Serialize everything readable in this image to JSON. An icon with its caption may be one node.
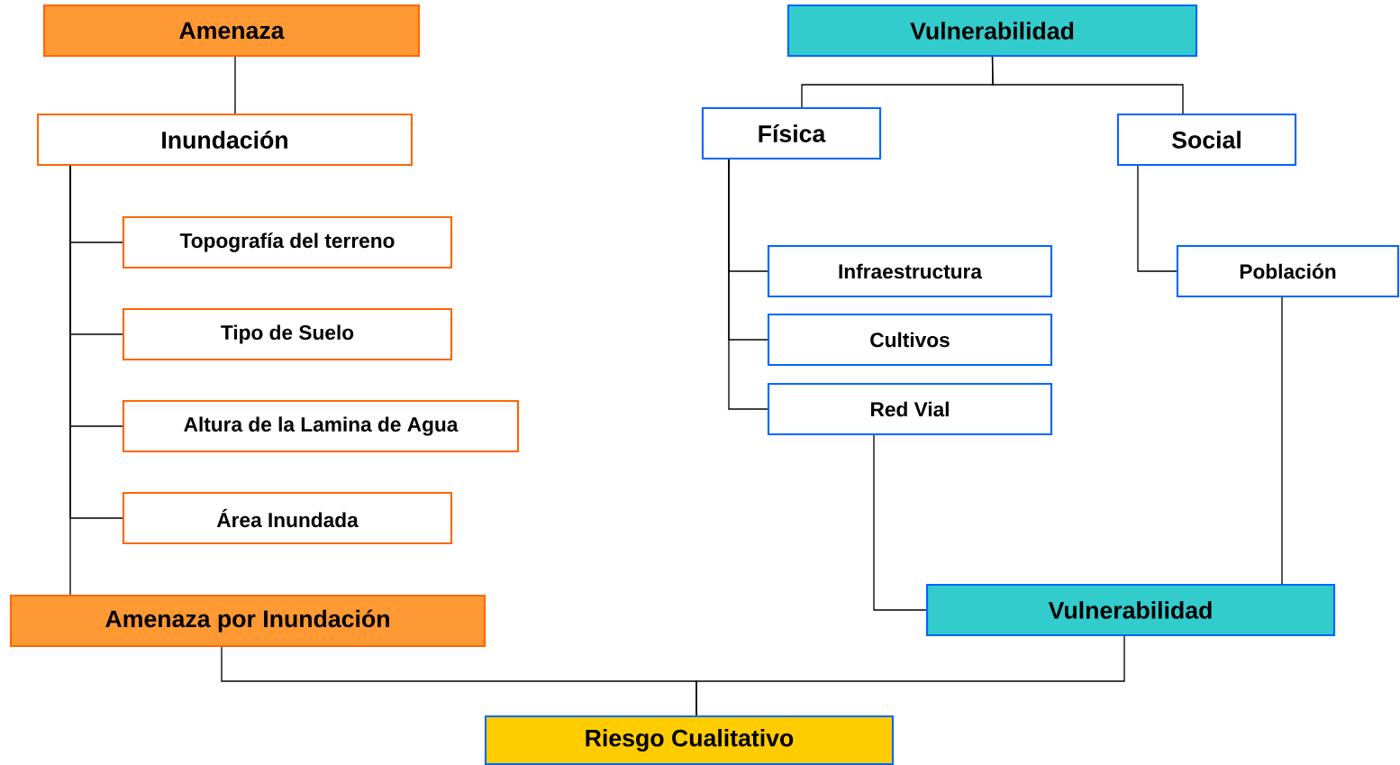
{
  "diagram": {
    "nodes": [
      {
        "text": [
          "Amenaza"
        ]
      },
      {
        "text": [
          "Inundación"
        ]
      },
      {
        "text": [
          "Topografía del terreno"
        ]
      },
      {
        "text": [
          "Tipo de Suelo"
        ]
      },
      {
        "text": [
          "Altura de la Lamina de Agua"
        ]
      },
      {
        "text": [
          "Área Inundada"
        ]
      },
      {
        "text": [
          "Amenaza por Inundación"
        ]
      },
      {
        "text": [
          "Vulnerabilidad"
        ]
      },
      {
        "text": [
          "Física"
        ]
      },
      {
        "text": [
          "Social"
        ]
      },
      {
        "text": [
          "Infraestructura"
        ]
      },
      {
        "text": [
          "Cultivos"
        ]
      },
      {
        "text": [
          "Red Vial"
        ]
      },
      {
        "text": [
          "Población"
        ]
      },
      {
        "text": [
          "Vulnerabilidad"
        ]
      },
      {
        "text": [
          "Riesgo Cualitativo"
        ]
      }
    ],
    "edges": [
      {
        "from": 0,
        "to": 1,
        "arrow": "none"
      },
      {
        "from": 1,
        "to": 2,
        "arrow": "none"
      },
      {
        "from": 1,
        "to": 3,
        "arrow": "none"
      },
      {
        "from": 1,
        "to": 4,
        "arrow": "none"
      },
      {
        "from": 1,
        "to": 5,
        "arrow": "none"
      },
      {
        "from": 1,
        "to": 6,
        "arrow": "none"
      },
      {
        "from": 7,
        "to": 8,
        "arrow": "none"
      },
      {
        "from": 7,
        "to": 9,
        "arrow": "none"
      },
      {
        "from": 8,
        "to": 10,
        "arrow": "none"
      },
      {
        "from": 8,
        "to": 11,
        "arrow": "none"
      },
      {
        "from": 8,
        "to": 12,
        "arrow": "none"
      },
      {
        "from": 9,
        "to": 13,
        "arrow": "none"
      },
      {
        "from": 12,
        "to": 14,
        "arrow": "none"
      },
      {
        "from": 13,
        "to": 14,
        "arrow": "none"
      },
      {
        "from": 6,
        "to": 15,
        "arrow": "none"
      },
      {
        "from": 14,
        "to": 15,
        "arrow": "none"
      }
    ]
  }
}
